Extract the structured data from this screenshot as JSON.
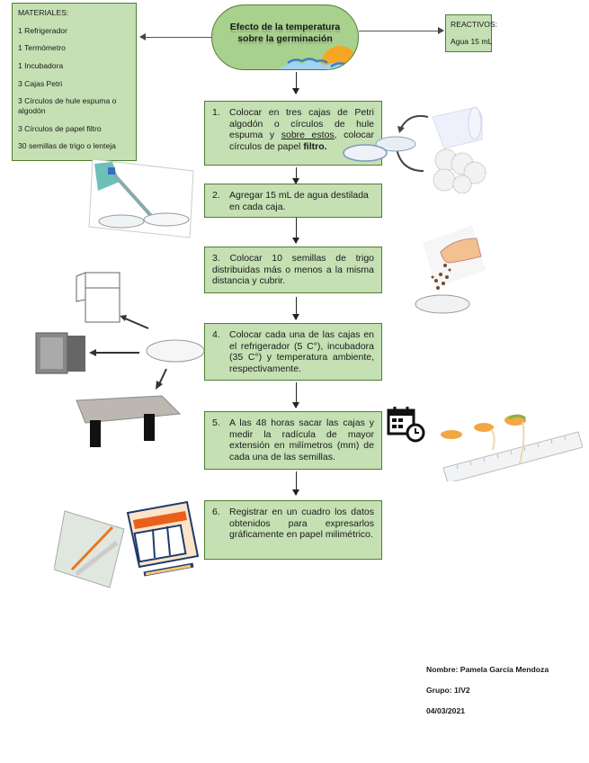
{
  "title": {
    "line1": "Efecto de la temperatura",
    "line2": "sobre la germinación"
  },
  "materiales": {
    "header": "MATERIALES:",
    "items": [
      "1 Refrigerador",
      "1 Termómetro",
      "1 Incubadora",
      "3 Cajas Petri",
      "3 Círculos de hule espuma o algodón",
      "3 Círculos de papel filtro",
      "30 semillas de trigo o lenteja"
    ]
  },
  "reactivos": {
    "header": "REACTIVOS:",
    "items": [
      "Agua 15 mL"
    ]
  },
  "steps": [
    {
      "num": "1.",
      "parts": {
        "a": "Colocar en tres cajas de Petri algodón o círculos de hule espuma y ",
        "underlined": "sobre estos",
        "b": ", colocar círculos de papel ",
        "bold": "filtro."
      }
    },
    {
      "num": "2.",
      "text": "Agregar 15 mL de agua destilada en cada caja."
    },
    {
      "num": "3.",
      "text": "Colocar 10 semillas de trigo distribuidas más o menos a la misma distancia y cubrir."
    },
    {
      "num": "4.",
      "text": "Colocar cada una de las cajas en el refrigerador (5 C°), incubadora (35 C°) y temperatura ambiente, respectivamente."
    },
    {
      "num": "5.",
      "text": "A las 48 horas sacar las cajas y medir la radícula de mayor extensión en milímetros (mm) de cada una de las semillas."
    },
    {
      "num": "6.",
      "text": "Registrar en un cuadro los datos obtenidos para expresarlos gráficamente en papel milimétrico."
    }
  ],
  "illustrations": [
    "petri-dishes-cotton-filter-paper",
    "pipette-adding-water",
    "hand-dropping-seeds",
    "refrigerator",
    "incubator",
    "petri-dish",
    "lab-table",
    "calendar-clock-icon",
    "germinating-seeds-ruler",
    "graph-paper-ruler-pencil",
    "table-chart-icon"
  ],
  "footer": {
    "nombre": "Nombre: Pamela García Mendoza",
    "grupo": "Grupo: 1IV2",
    "fecha": "04/03/2021"
  },
  "colors": {
    "box_fill": "#c5e0b3",
    "box_border": "#507e32",
    "title_fill": "#a9d18e",
    "sun": "#f5a623",
    "hills": "#6fb6e0"
  }
}
